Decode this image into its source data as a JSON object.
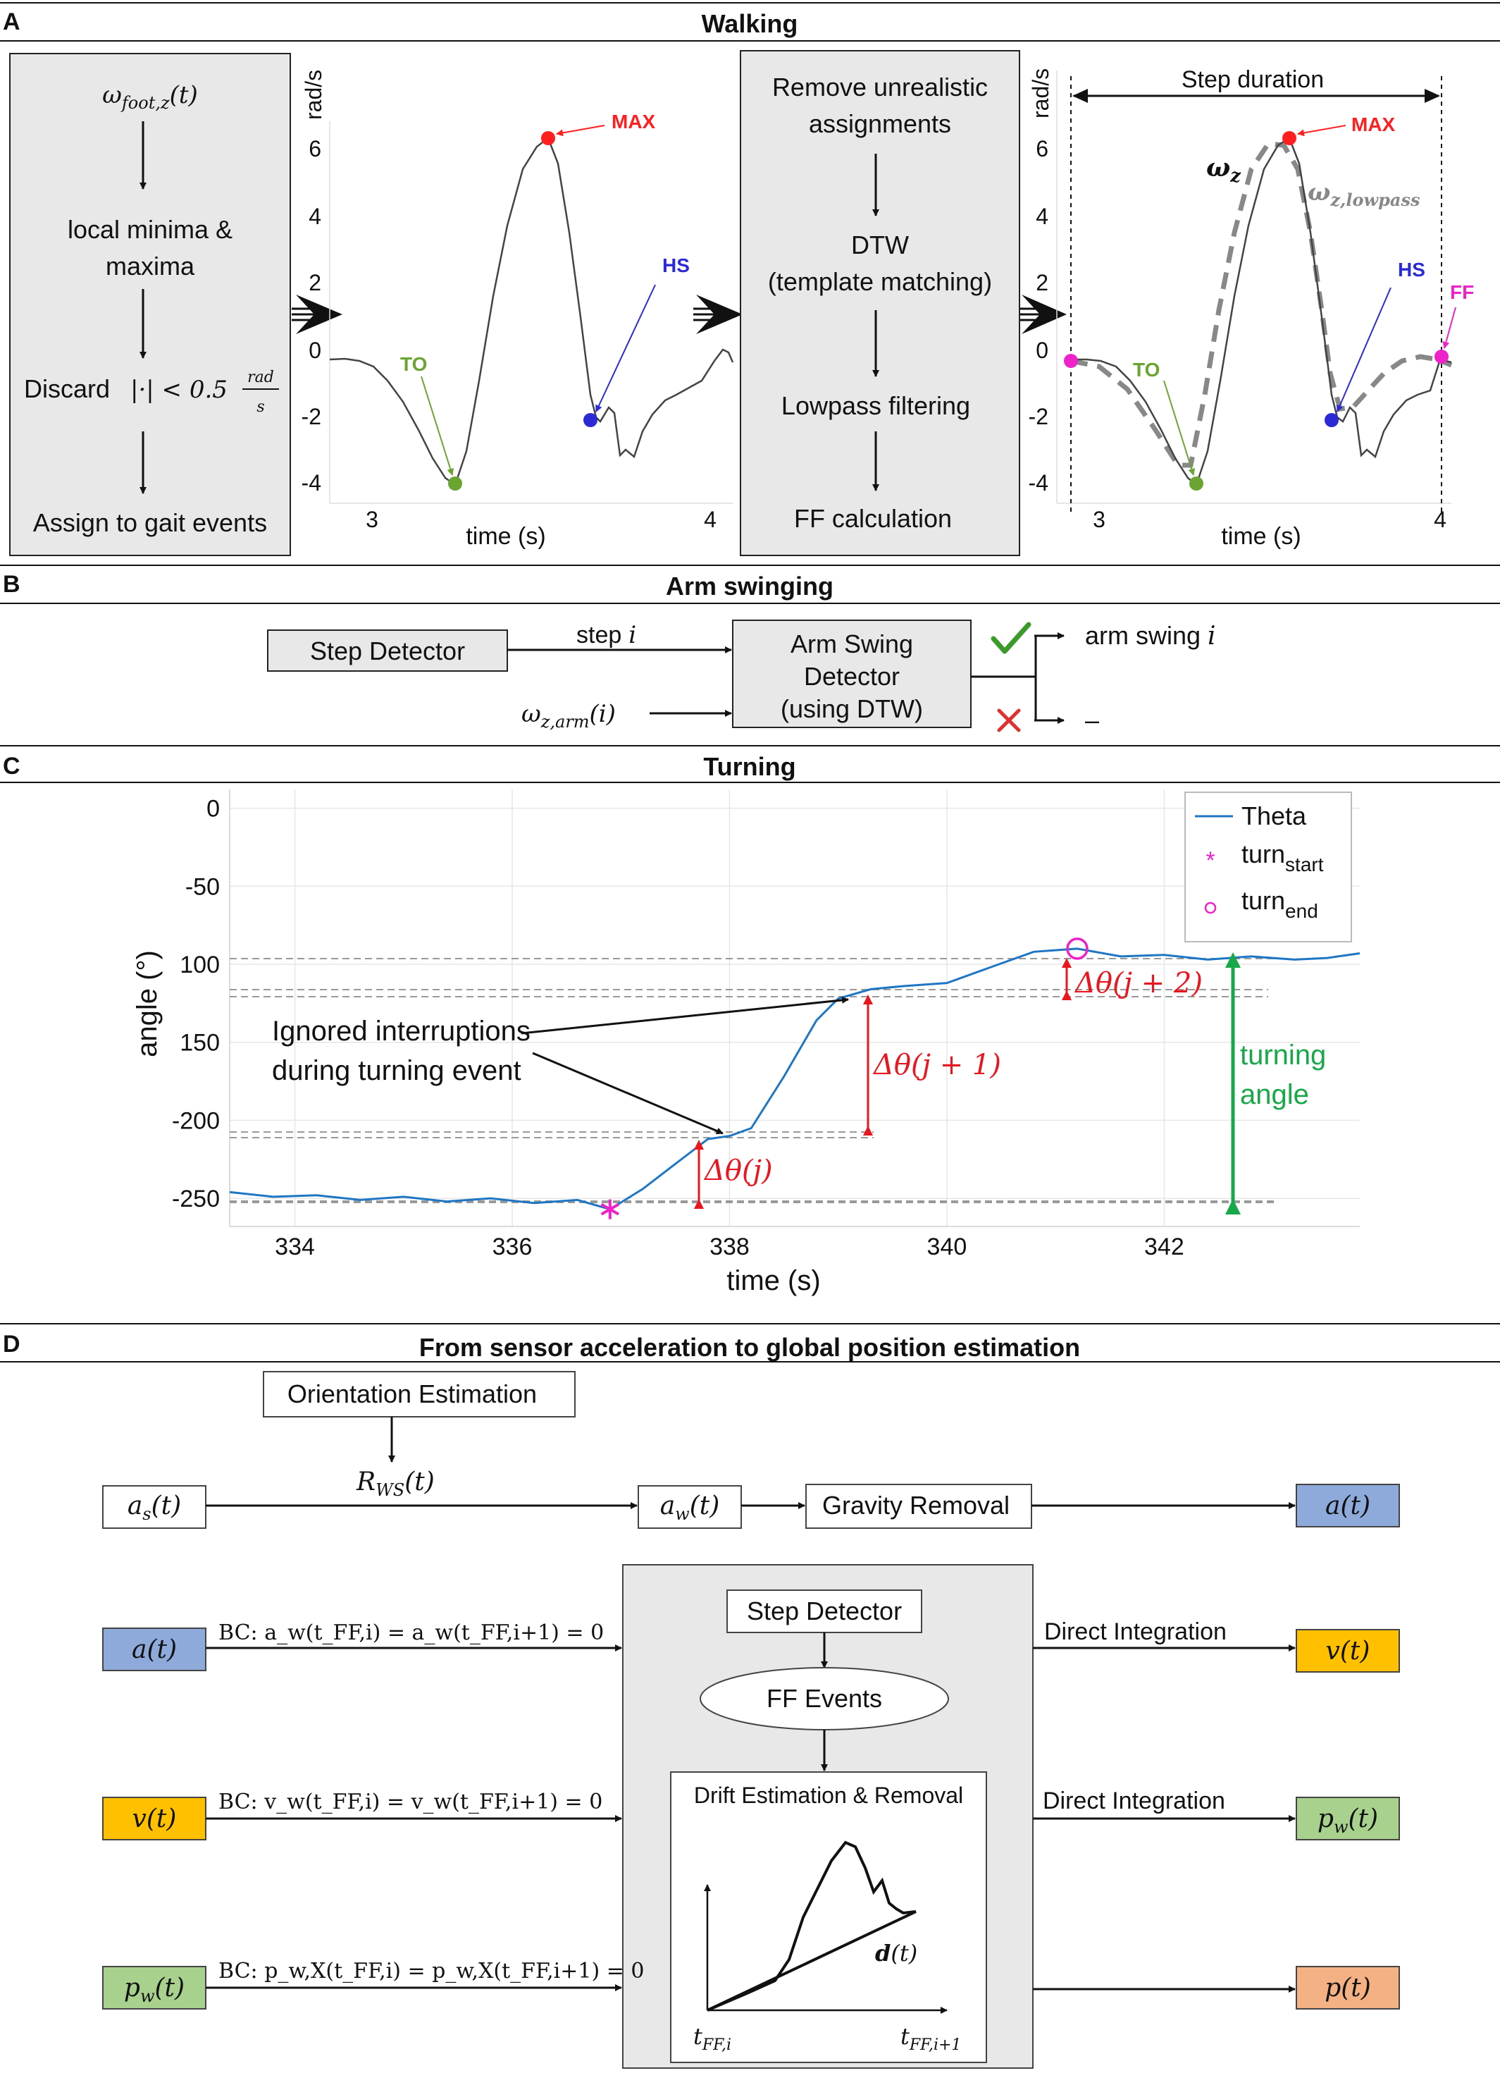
{
  "panels": {
    "a": {
      "letter": "A",
      "title": "Walking"
    },
    "b": {
      "letter": "B",
      "title": "Arm swinging"
    },
    "c": {
      "letter": "C",
      "title": "Turning"
    },
    "d": {
      "letter": "D",
      "title": "From sensor acceleration to global position estimation"
    }
  },
  "walking": {
    "box1": {
      "omega": "ω",
      "omega_sub": "foot,z",
      "omega_arg": "(t)",
      "line1": "local minima &",
      "line2": "maxima",
      "discard_label": "Discard",
      "discard_expr": "|·| < 0.5",
      "discard_num": "rad",
      "discard_den": "s",
      "assign": "Assign to gait events"
    },
    "box2": {
      "line1": "Remove unrealistic",
      "line2": "assignments",
      "line3": "DTW",
      "line4": "(template matching)",
      "line5": "Lowpass filtering",
      "line6": "FF calculation"
    },
    "plot": {
      "y_unit": "rad/s",
      "y_ticks": [
        "6",
        "4",
        "2",
        "0",
        "-2",
        "-4"
      ],
      "x_ticks": [
        "3",
        "4"
      ],
      "x_label": "time (s)"
    },
    "labels": {
      "max": "MAX",
      "hs": "HS",
      "to": "TO",
      "ff": "FF",
      "step_duration": "Step duration",
      "omega_z": "ω",
      "omega_z_sub": "z",
      "omega_lp": "ω",
      "omega_lp_sub": "z,lowpass"
    },
    "colors": {
      "max": "#ff1f1f",
      "hs": "#2b2bd6",
      "to": "#6aa532",
      "ff": "#ee22c8"
    }
  },
  "arm": {
    "step_detector": "Step Detector",
    "step_label": "step",
    "step_var": "i",
    "omega_arm": "ω",
    "omega_arm_sub": "z,arm",
    "omega_arm_arg": "(i)",
    "detector_line1": "Arm Swing",
    "detector_line2": "Detector",
    "detector_line3": "(using DTW)",
    "out_yes": "arm swing",
    "out_yes_var": "i",
    "out_no": "–",
    "colors": {
      "check": "#3a9a2a",
      "cross": "#e03030"
    }
  },
  "turning": {
    "ylabel": "angle (°)",
    "xlabel": "time (s)",
    "legend": {
      "theta": "Theta",
      "turn_start": "turn",
      "turn_start_sub": "start",
      "turn_end": "turn",
      "turn_end_sub": "end"
    },
    "annotations": {
      "ignored_line1": "Ignored interruptions",
      "ignored_line2": "during turning event",
      "dtheta_j": "Δθ(j)",
      "dtheta_j1": "Δθ(j + 1)",
      "dtheta_j2": "Δθ(j + 2)",
      "turning_line1": "turning",
      "turning_line2": "angle"
    },
    "colors": {
      "line": "#1f77c4",
      "delta": "#e8161e",
      "turning": "#18a84a",
      "marker": "#ee22c8"
    }
  },
  "chart_data": {
    "type": "line",
    "x_ticks": [
      "334",
      "336",
      "338",
      "340",
      "342"
    ],
    "y_ticks": [
      "0",
      "-50",
      "100",
      "150",
      "-200",
      "-250"
    ],
    "xlim": [
      333.4,
      343.8
    ],
    "ylim": [
      -268,
      12
    ],
    "series": [
      {
        "name": "Theta",
        "x": [
          333.4,
          333.8,
          334.2,
          334.6,
          335.0,
          335.4,
          335.8,
          336.2,
          336.6,
          336.9,
          337.2,
          337.5,
          337.8,
          338.0,
          338.2,
          338.5,
          338.8,
          339.0,
          339.3,
          339.6,
          340.0,
          340.4,
          340.8,
          341.2,
          341.6,
          342.0,
          342.4,
          342.8,
          343.2,
          343.5,
          343.8
        ],
        "y": [
          -246,
          -249,
          -248,
          -251,
          -249,
          -252,
          -250,
          -253,
          -251,
          -257,
          -244,
          -228,
          -212,
          -210,
          -205,
          -172,
          -136,
          -122,
          -116,
          -114,
          -112,
          -102,
          -92,
          -90,
          -95,
          -94,
          -97,
          -95,
          -97,
          -96,
          -93
        ]
      }
    ],
    "turn_start": {
      "x": 336.9,
      "y": -257
    },
    "turn_end": {
      "x": 341.2,
      "y": -90
    }
  },
  "position": {
    "orientation": "Orientation Estimation",
    "rws": "R",
    "rws_sub": "WS",
    "rws_arg": "(t)",
    "as": "a",
    "as_sub": "s",
    "aw": "a",
    "aw_sub": "w",
    "targ": "(t)",
    "gravity": "Gravity Removal",
    "a_out": "a(t)",
    "a_in": "a(t)",
    "v_in": "v(t)",
    "v_out": "v(t)",
    "pw_in": "p",
    "pw_in_sub": "w",
    "pw_out": "p",
    "pw_out_sub": "w",
    "p_out": "p(t)",
    "bc1": "BC: a_w(t_FF,i) = a_w(t_FF,i+1) = 0",
    "bc2": "BC: v_w(t_FF,i) = v_w(t_FF,i+1) = 0",
    "bc3": "BC: p_w,X(t_FF,i) = p_w,X(t_FF,i+1) = 0",
    "step_detector": "Step Detector",
    "ff_events": "FF Events",
    "drift": "Drift Estimation & Removal",
    "direct1": "Direct Integration",
    "direct2": "Direct Integration",
    "dt": "d",
    "dt_arg": "(t)",
    "tffi": "t",
    "tffi_sub": "FF,i",
    "tffi1": "t",
    "tffi1_sub": "FF,i+1",
    "colors": {
      "a": "#8eaadb",
      "v": "#ffc000",
      "p_w": "#a9d18e",
      "p": "#f4b183",
      "box": "#e8e8e8"
    }
  }
}
